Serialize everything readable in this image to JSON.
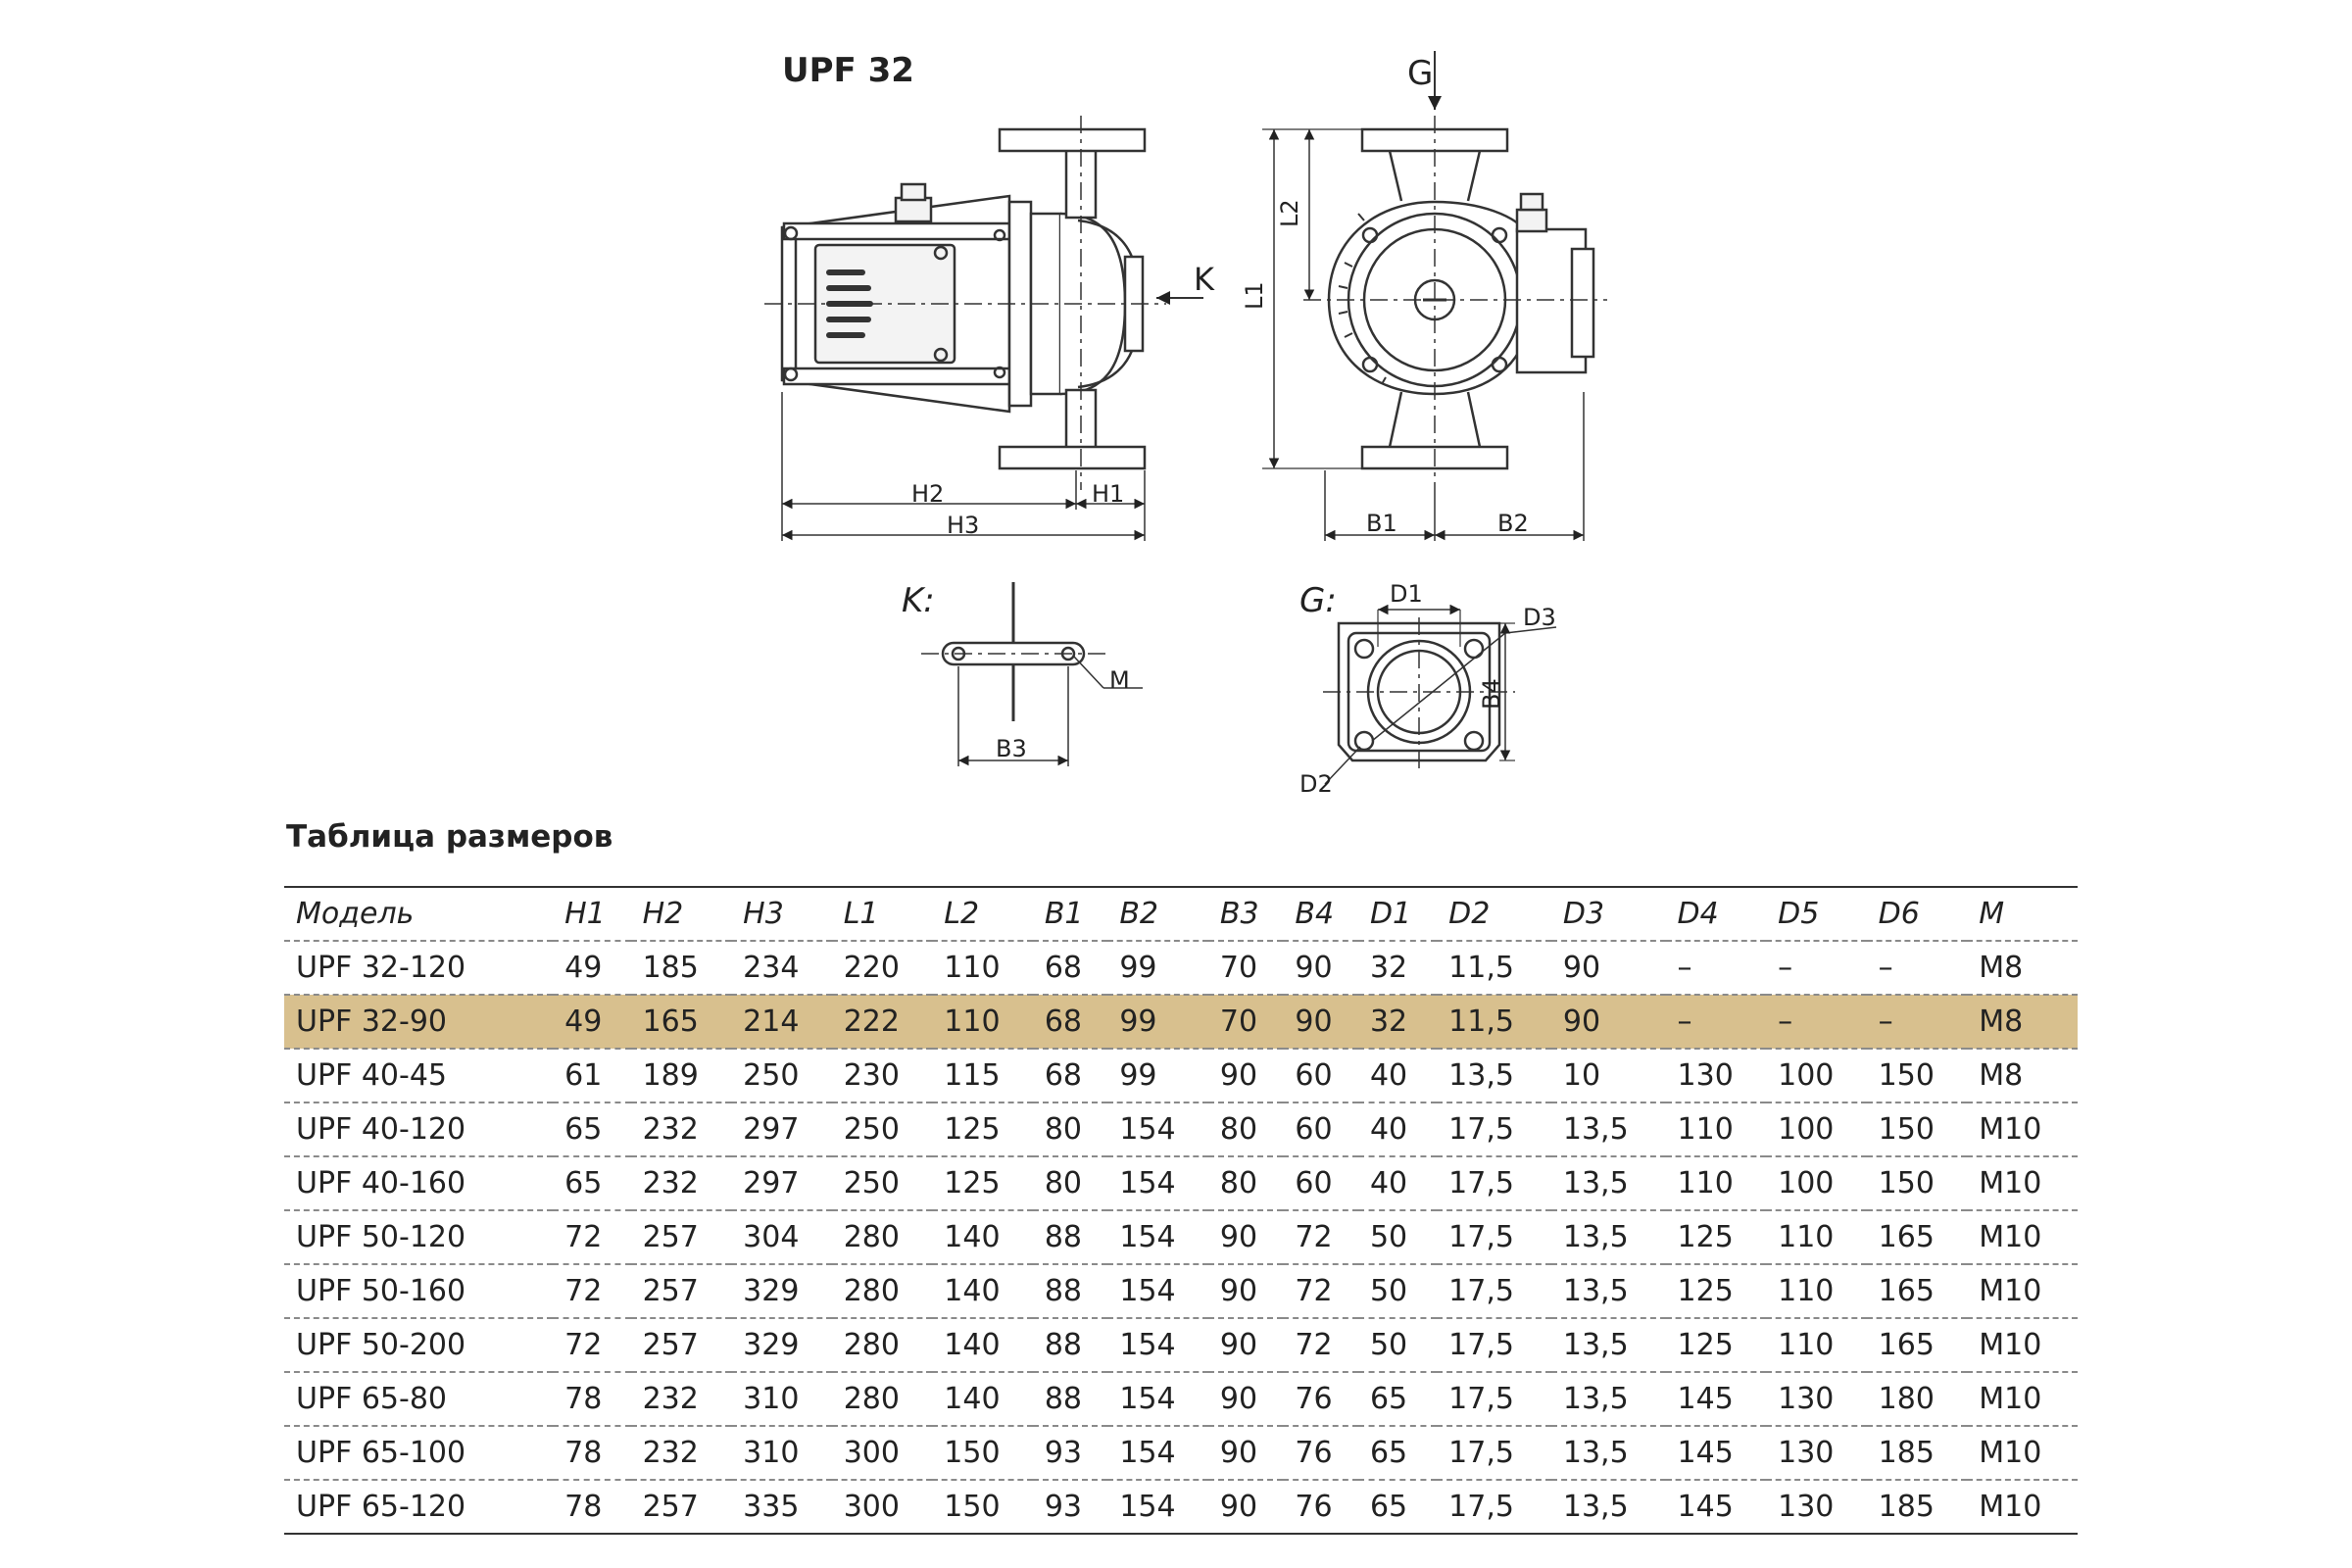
{
  "title": "UPF 32",
  "drawing_labels": {
    "g": "G",
    "k": "K",
    "k_view": "K:",
    "g_view": "G:",
    "h1": "H1",
    "h2": "H2",
    "h3": "H3",
    "l1": "L1",
    "l2": "L2",
    "b1": "B1",
    "b2": "B2",
    "b3": "B3",
    "b4": "B4",
    "m": "M",
    "d1": "D1",
    "d2": "D2",
    "d3": "D3"
  },
  "table": {
    "title": "Таблица размеров",
    "columns": [
      "Модель",
      "H1",
      "H2",
      "H3",
      "L1",
      "L2",
      "B1",
      "B2",
      "B3",
      "B4",
      "D1",
      "D2",
      "D3",
      "D4",
      "D5",
      "D6",
      "M"
    ],
    "highlight_color": "#d8c08e",
    "rows": [
      {
        "highlight": false,
        "cells": [
          "UPF 32-120",
          "49",
          "185",
          "234",
          "220",
          "110",
          "68",
          "99",
          "70",
          "90",
          "32",
          "11,5",
          "90",
          "–",
          "–",
          "–",
          "M8"
        ]
      },
      {
        "highlight": true,
        "cells": [
          "UPF 32-90",
          "49",
          "165",
          "214",
          "222",
          "110",
          "68",
          "99",
          "70",
          "90",
          "32",
          "11,5",
          "90",
          "–",
          "–",
          "–",
          "M8"
        ]
      },
      {
        "highlight": false,
        "cells": [
          "UPF 40-45",
          "61",
          "189",
          "250",
          "230",
          "115",
          "68",
          "99",
          "90",
          "60",
          "40",
          "13,5",
          "10",
          "130",
          "100",
          "150",
          "M8"
        ]
      },
      {
        "highlight": false,
        "cells": [
          "UPF 40-120",
          "65",
          "232",
          "297",
          "250",
          "125",
          "80",
          "154",
          "80",
          "60",
          "40",
          "17,5",
          "13,5",
          "110",
          "100",
          "150",
          "M10"
        ]
      },
      {
        "highlight": false,
        "cells": [
          "UPF 40-160",
          "65",
          "232",
          "297",
          "250",
          "125",
          "80",
          "154",
          "80",
          "60",
          "40",
          "17,5",
          "13,5",
          "110",
          "100",
          "150",
          "M10"
        ]
      },
      {
        "highlight": false,
        "cells": [
          "UPF 50-120",
          "72",
          "257",
          "304",
          "280",
          "140",
          "88",
          "154",
          "90",
          "72",
          "50",
          "17,5",
          "13,5",
          "125",
          "110",
          "165",
          "M10"
        ]
      },
      {
        "highlight": false,
        "cells": [
          "UPF 50-160",
          "72",
          "257",
          "329",
          "280",
          "140",
          "88",
          "154",
          "90",
          "72",
          "50",
          "17,5",
          "13,5",
          "125",
          "110",
          "165",
          "M10"
        ]
      },
      {
        "highlight": false,
        "cells": [
          "UPF 50-200",
          "72",
          "257",
          "329",
          "280",
          "140",
          "88",
          "154",
          "90",
          "72",
          "50",
          "17,5",
          "13,5",
          "125",
          "110",
          "165",
          "M10"
        ]
      },
      {
        "highlight": false,
        "cells": [
          "UPF 65-80",
          "78",
          "232",
          "310",
          "280",
          "140",
          "88",
          "154",
          "90",
          "76",
          "65",
          "17,5",
          "13,5",
          "145",
          "130",
          "180",
          "M10"
        ]
      },
      {
        "highlight": false,
        "cells": [
          "UPF 65-100",
          "78",
          "232",
          "310",
          "300",
          "150",
          "93",
          "154",
          "90",
          "76",
          "65",
          "17,5",
          "13,5",
          "145",
          "130",
          "185",
          "M10"
        ]
      },
      {
        "highlight": false,
        "cells": [
          "UPF 65-120",
          "78",
          "257",
          "335",
          "300",
          "150",
          "93",
          "154",
          "90",
          "76",
          "65",
          "17,5",
          "13,5",
          "145",
          "130",
          "185",
          "M10"
        ]
      }
    ]
  }
}
